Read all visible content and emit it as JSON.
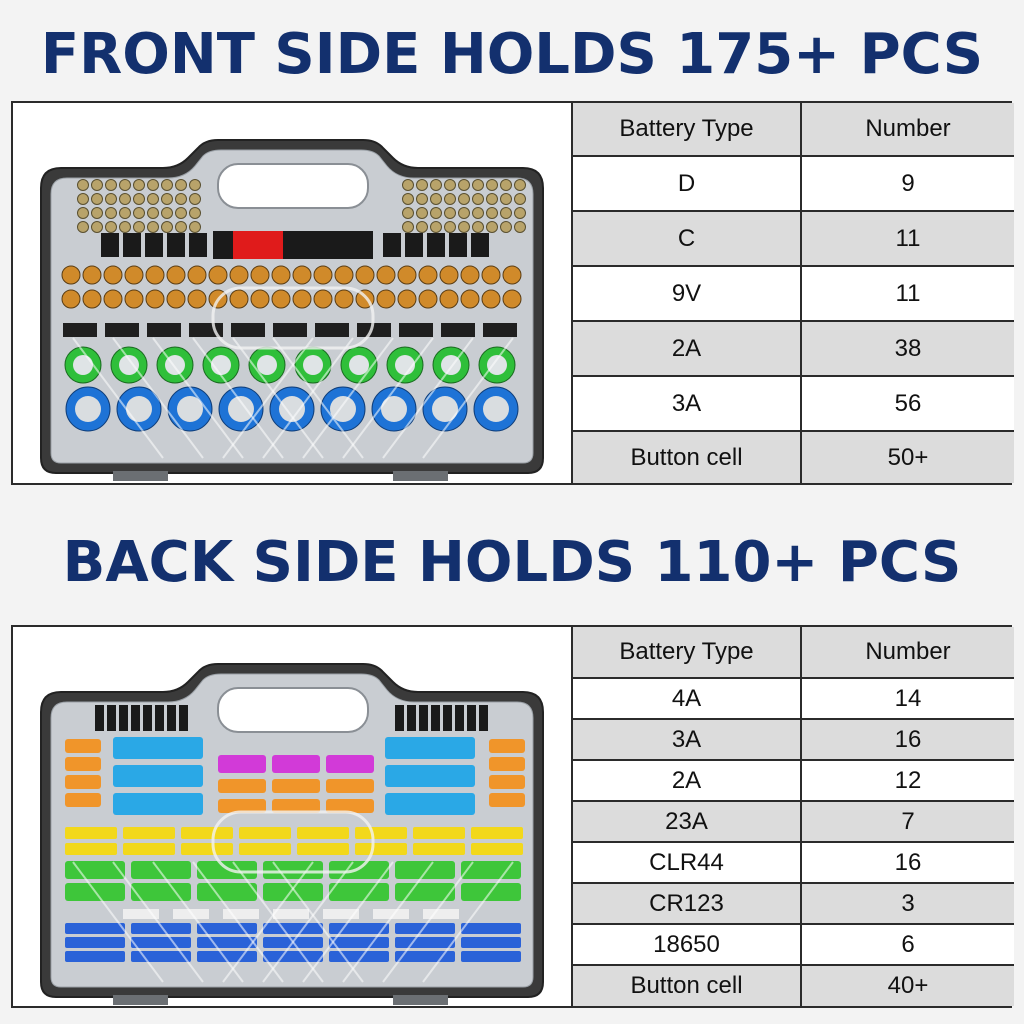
{
  "front": {
    "heading": "FRONT SIDE HOLDS 175+ PCS",
    "table": {
      "headers": [
        "Battery Type",
        "Number"
      ],
      "rows": [
        {
          "type": "D",
          "number": "9"
        },
        {
          "type": "C",
          "number": "11"
        },
        {
          "type": "9V",
          "number": "11"
        },
        {
          "type": "2A",
          "number": "38"
        },
        {
          "type": "3A",
          "number": "56"
        },
        {
          "type": "Button cell",
          "number": "50+"
        }
      ]
    }
  },
  "back": {
    "heading": "BACK SIDE HOLDS 110+ PCS",
    "table": {
      "headers": [
        "Battery Type",
        "Number"
      ],
      "rows": [
        {
          "type": "4A",
          "number": "14"
        },
        {
          "type": "3A",
          "number": "16"
        },
        {
          "type": "2A",
          "number": "12"
        },
        {
          "type": "23A",
          "number": "7"
        },
        {
          "type": "CLR44",
          "number": "16"
        },
        {
          "type": "CR123",
          "number": "3"
        },
        {
          "type": "18650",
          "number": "6"
        },
        {
          "type": "Button cell",
          "number": "40+"
        }
      ]
    }
  },
  "colors": {
    "heading": "#13306e",
    "d_cell": "#1e73d6",
    "c_cell": "#2fbf3a",
    "aa_cell": "#d08a2a",
    "lipo_cyan": "#2aa8e6",
    "lipo_magenta": "#d23ad8",
    "lipo_yellow": "#f2d81b",
    "lipo_green": "#3ec63a",
    "lipo_blue": "#2a62d8"
  },
  "icons": {
    "front_case": "battery-organizer-case-front-image",
    "back_case": "battery-organizer-case-back-image"
  }
}
